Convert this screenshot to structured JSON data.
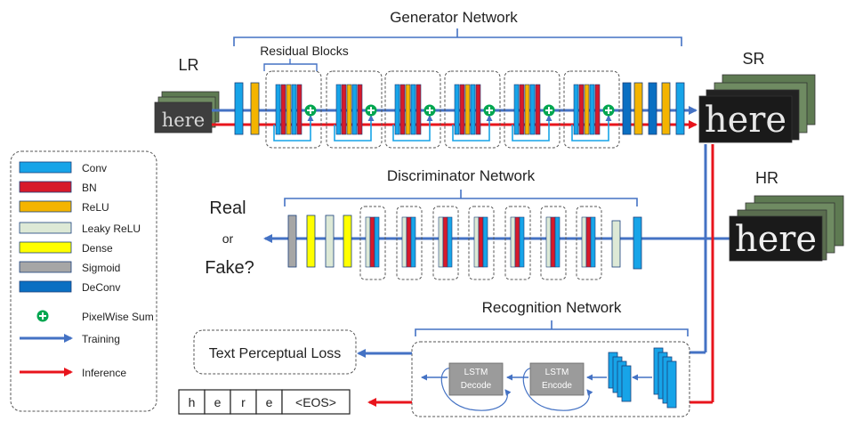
{
  "titles": {
    "generator": "Generator Network",
    "residual": "Residual Blocks",
    "discriminator": "Discriminator Network",
    "recognition": "Recognition Network"
  },
  "images": {
    "lr_label": "LR",
    "sr_label": "SR",
    "hr_label": "HR",
    "word": "here"
  },
  "decision": {
    "real": "Real",
    "or": "or",
    "fake": "Fake?"
  },
  "loss_label": "Text Perceptual Loss",
  "lstm": {
    "decode": [
      "LSTM",
      "Decode"
    ],
    "encode": [
      "LSTM",
      "Encode"
    ]
  },
  "output_tokens": [
    "h",
    "e",
    "r",
    "e",
    "<EOS>"
  ],
  "legend": [
    {
      "label": "Conv",
      "color": "#17a4e8",
      "icon": "conv-swatch"
    },
    {
      "label": "BN",
      "color": "#d71a2a",
      "icon": "bn-swatch"
    },
    {
      "label": "ReLU",
      "color": "#f4b400",
      "icon": "relu-swatch"
    },
    {
      "label": "Leaky ReLU",
      "color": "#dde9d6",
      "icon": "leaky-relu-swatch"
    },
    {
      "label": "Dense",
      "color": "#ffff00",
      "icon": "dense-swatch"
    },
    {
      "label": "Sigmoid",
      "color": "#a6a6a6",
      "icon": "sigmoid-swatch"
    },
    {
      "label": "DeConv",
      "color": "#0a6fc2",
      "icon": "deconv-swatch"
    },
    {
      "label": "PixelWise Sum",
      "icon": "pixelwise-sum-icon"
    },
    {
      "label": "Training",
      "icon": "training-arrow-icon"
    },
    {
      "label": "Inference",
      "icon": "inference-arrow-icon"
    }
  ],
  "colors": {
    "conv": "#17a4e8",
    "bn": "#d71a2a",
    "relu": "#f4b400",
    "leaky": "#dde9d6",
    "dense": "#ffff00",
    "sigmoid": "#a6a6a6",
    "deconv": "#0a6fc2",
    "training": "#4472c4",
    "inference": "#e8141c",
    "bracket": "#4472c4",
    "sum": "#00a650",
    "lstm_box": "#9b9b9b"
  }
}
